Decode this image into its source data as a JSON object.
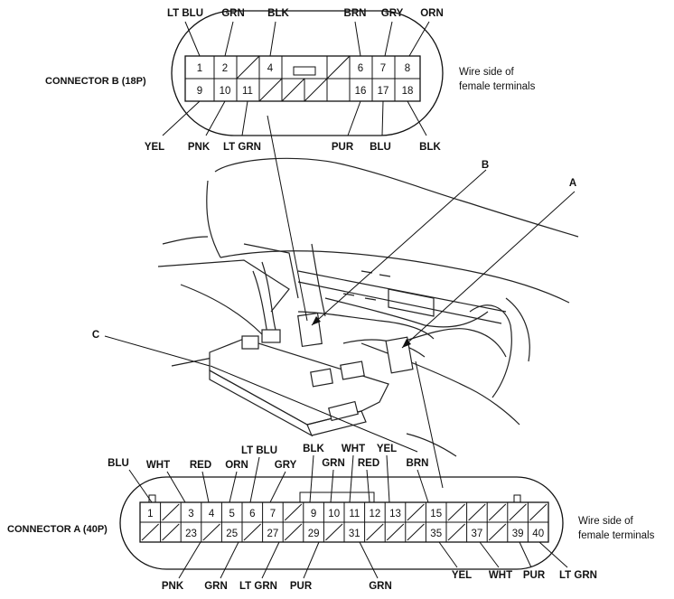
{
  "connector_b": {
    "title": "CONNECTOR B (18P)",
    "side_note_line1": "Wire side of",
    "side_note_line2": "female terminals",
    "top_labels": [
      "LT BLU",
      "GRN",
      "BLK",
      "BRN",
      "GRY",
      "ORN"
    ],
    "bottom_labels": [
      "YEL",
      "PNK",
      "LT GRN",
      "PUR",
      "BLU",
      "BLK"
    ],
    "row1": [
      "1",
      "2",
      "",
      "4",
      "",
      "6",
      "7",
      "8"
    ],
    "row2": [
      "9",
      "10",
      "11",
      "",
      "",
      "16",
      "17",
      "18"
    ]
  },
  "connector_a": {
    "title": "CONNECTOR A (40P)",
    "side_note_line1": "Wire side of",
    "side_note_line2": "female terminals",
    "top_labels": [
      "BLU",
      "WHT",
      "RED",
      "ORN",
      "LT BLU",
      "GRY",
      "BLK",
      "GRN",
      "WHT",
      "RED",
      "YEL",
      "BRN"
    ],
    "bottom_labels": [
      "PNK",
      "GRN",
      "LT GRN",
      "PUR",
      "GRN",
      "YEL",
      "WHT",
      "PUR",
      "LT GRN"
    ],
    "row1": [
      "1",
      "",
      "3",
      "4",
      "5",
      "6",
      "7",
      "",
      "9",
      "10",
      "11",
      "12",
      "13",
      "",
      "15",
      "",
      "",
      "",
      "",
      ""
    ],
    "row2": [
      "",
      "",
      "23",
      "",
      "25",
      "",
      "27",
      "",
      "29",
      "",
      "31",
      "",
      "",
      "",
      "35",
      "",
      "37",
      "",
      "39",
      "40"
    ]
  },
  "callouts": {
    "a": "A",
    "b": "B",
    "c": "C"
  },
  "colors": {
    "line": "#111111",
    "background": "#ffffff"
  }
}
